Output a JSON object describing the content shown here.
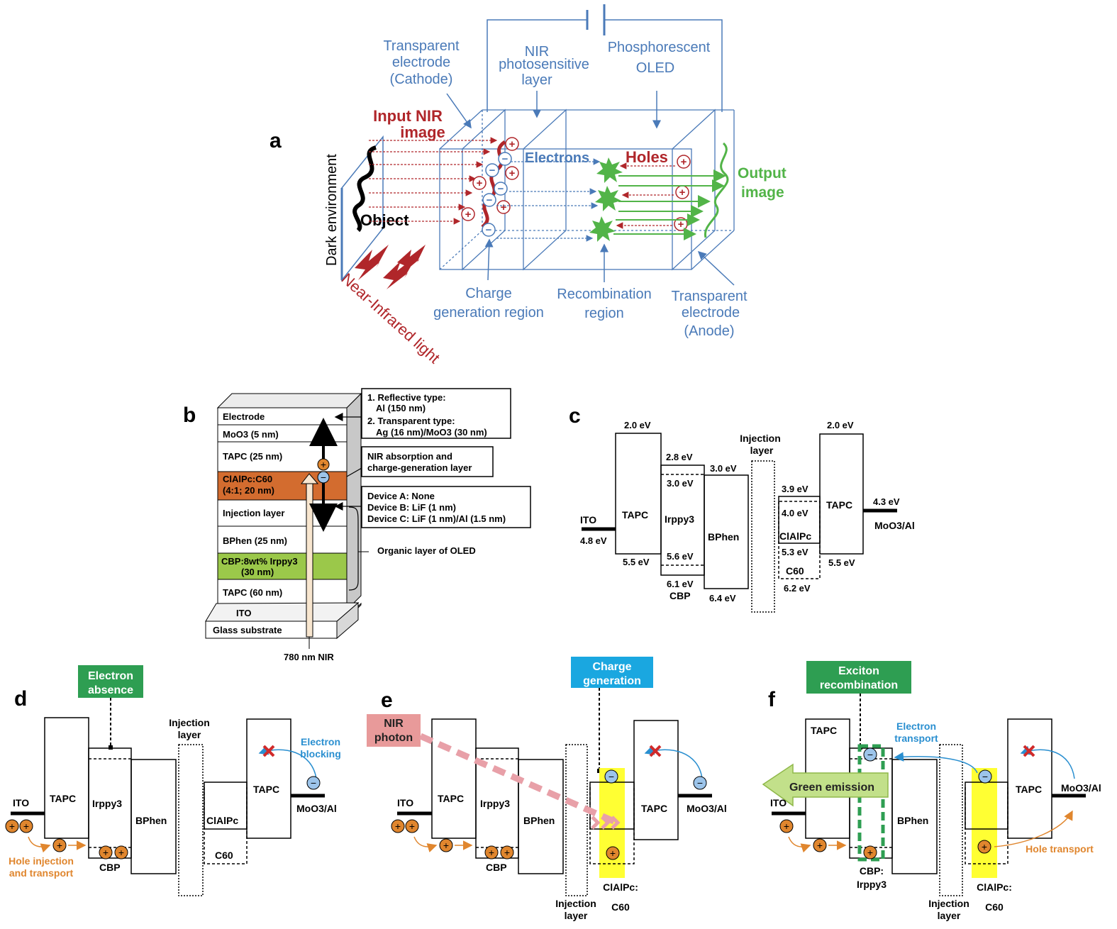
{
  "panels": {
    "a": "a",
    "b": "b",
    "c": "c",
    "d": "d",
    "e": "e",
    "f": "f"
  },
  "a": {
    "transparent_electrode_cathode": [
      "Transparent",
      "electrode",
      "(Cathode)"
    ],
    "nir_layer": [
      "NIR",
      "photosensitive",
      "layer"
    ],
    "phosphorescent_oled": [
      "Phosphorescent",
      "OLED"
    ],
    "input_nir_image": [
      "Input NIR",
      "image"
    ],
    "electrons": "Electrons",
    "holes": "Holes",
    "output_image": [
      "Output",
      "image"
    ],
    "object": "Object",
    "dark_environment": "Dark environment",
    "nir_light": "Near-Infrared light",
    "charge_generation_region": [
      "Charge",
      "generation region"
    ],
    "recombination_region": [
      "Recombination",
      "region"
    ],
    "transparent_electrode_anode": [
      "Transparent",
      "electrode",
      "(Anode)"
    ]
  },
  "b": {
    "layers": [
      "Electrode",
      "MoO3 (5 nm)",
      "TAPC (25 nm)",
      "ClAlPc:C60",
      "(4:1; 20 nm)",
      "Injection layer",
      "BPhen (25 nm)",
      "CBP:8wt% Irppy3",
      "(30 nm)",
      "TAPC (60 nm)",
      "ITO",
      "Glass substrate"
    ],
    "electrode_note": [
      "1. Reflective type:",
      "Al (150 nm)",
      "2. Transparent type:",
      "Ag (16 nm)/MoO3 (30 nm)"
    ],
    "nir_note": [
      "NIR absorption and",
      "charge-generation layer"
    ],
    "device_note": [
      "Device A: None",
      "Device B: LiF (1 nm)",
      "Device C: LiF (1 nm)/Al (1.5 nm)"
    ],
    "organic_note": "Organic layer of OLED",
    "nir_source": "780 nm NIR"
  },
  "c": {
    "ITO": "ITO",
    "ito_ev": "4.8 eV",
    "TAPC": "TAPC",
    "tapc_top": "2.0 eV",
    "tapc_bot": "5.5 eV",
    "irppy": "Irppy3",
    "irppy_top": "3.0 eV",
    "irppy_bot": "5.6 eV",
    "cbp_top": "2.8 eV",
    "cbp_bot": "6.1 eV",
    "cbp": "CBP",
    "BPhen": "BPhen",
    "bphen_top": "3.0 eV",
    "bphen_bot": "6.4 eV",
    "injection": [
      "Injection",
      "layer"
    ],
    "clalpc": "ClAlPc",
    "clalpc_top": "3.9 eV",
    "clalpc_bot": "5.3 eV",
    "c60": "C60",
    "c60_top": "4.0 eV",
    "c60_bot": "6.2 eV",
    "tapc2": "TAPC",
    "tapc2_top": "2.0 eV",
    "tapc2_bot": "5.5 eV",
    "moo3": "MoO3/Al",
    "moo3_ev": "4.3 eV"
  },
  "d": {
    "callout": [
      "Electron",
      "absence"
    ],
    "injection": [
      "Injection",
      "layer"
    ],
    "electron_blocking": [
      "Electron",
      "blocking"
    ],
    "ITO": "ITO",
    "TAPC": "TAPC",
    "irppy": "Irppy3",
    "BPhen": "BPhen",
    "clalpc": "ClAlPc",
    "c60": "C60",
    "tapc2": "TAPC",
    "moo3": "MoO3/Al",
    "cbp": "CBP",
    "hole_injection": [
      "Hole injection",
      "and transport"
    ]
  },
  "e": {
    "callout": [
      "Charge",
      "generation"
    ],
    "nir_photon": [
      "NIR",
      "photon"
    ],
    "ITO": "ITO",
    "TAPC": "TAPC",
    "irppy": "Irppy3",
    "BPhen": "BPhen",
    "tapc2": "TAPC",
    "moo3": "MoO3/Al",
    "cbp": "CBP",
    "injection": [
      "Injection",
      "layer"
    ],
    "clalpc_c60": [
      "ClAlPc:",
      "C60"
    ]
  },
  "f": {
    "callout": [
      "Exciton",
      "recombination"
    ],
    "electron_transport": [
      "Electron",
      "transport"
    ],
    "green_emission": "Green emission",
    "ITO": "ITO",
    "TAPC": "TAPC",
    "BPhen": "BPhen",
    "tapc2": "TAPC",
    "moo3": "MoO3/Al",
    "hole_transport": "Hole transport",
    "cbp_irppy": [
      "CBP:",
      "Irppy3"
    ],
    "injection": [
      "Injection",
      "layer"
    ],
    "clalpc_c60": [
      "ClAlPc:",
      "C60"
    ]
  },
  "colors": {
    "blue": "#4a7ab8",
    "red": "#b0262a",
    "green": "#52b448",
    "orange": "#e0862e",
    "cyan": "#2a8fd0",
    "callout_green": "#2e9e52",
    "callout_blue": "#1aa7e0",
    "callout_pink": "#e89a9a",
    "yellow": "#ffff33"
  }
}
